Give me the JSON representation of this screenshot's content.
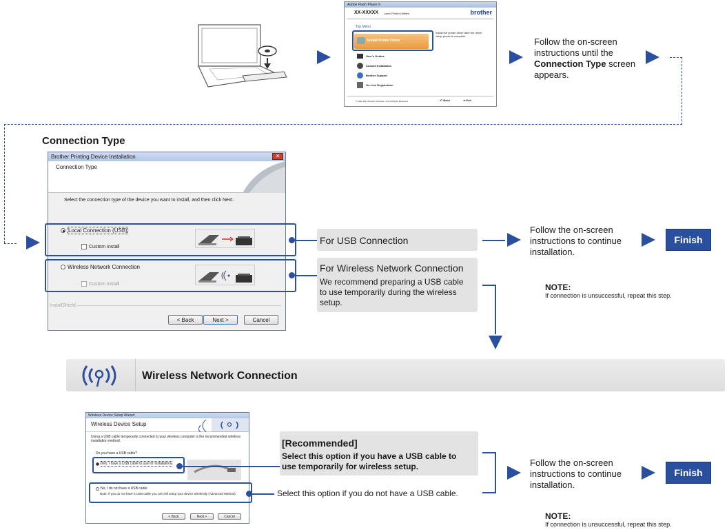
{
  "top_flow": {
    "installer": {
      "window_title": "Adobe Flash Player 9",
      "model": "XX-XXXXX",
      "subtitle": "Laser Printer Utilities",
      "brand": "brother",
      "menu_title": "Top Menu",
      "install_button": "Install Printer Driver",
      "side_text": "Install the printer driver after the driver setup phase is complete.",
      "items": [
        "User's Guides",
        "Custom Installation",
        "Brother Support",
        "On-Line Registration"
      ],
      "footer_copyright": "© 2001-2014 Brother Industries, Ltd. All Rights Reserved.",
      "back": "Back",
      "exit": "Exit"
    },
    "instruction_line1": "Follow the on-screen",
    "instruction_line2": "instructions until the",
    "instruction_bold": "Connection Type",
    "instruction_after_bold": " screen",
    "instruction_line4": "appears."
  },
  "connection_type": {
    "heading": "Connection Type",
    "dialog": {
      "title": "Brother Printing Device Installation",
      "header": "Connection Type",
      "prompt": "Select the connection type of the device you want to install, and then click Next.",
      "option_usb": "Local Connection (USB)",
      "option_usb_custom": "Custom Install",
      "option_wireless": "Wireless Network Connection",
      "option_wireless_custom": "Custom Install",
      "installshield": "InstallShield",
      "back": "< Back",
      "next": "Next >",
      "cancel": "Cancel"
    },
    "usb_label": "For USB Connection",
    "wireless_label": "For Wireless Network Connection",
    "wireless_desc1": "We recommend preparing a USB cable",
    "wireless_desc2": "to use temporarily during the wireless",
    "wireless_desc3": "setup.",
    "follow1": "Follow the on-screen",
    "follow2": "instructions to continue",
    "follow3": "installation.",
    "finish": "Finish",
    "note_title": "NOTE:",
    "note_text": "If connection is unsuccessful, repeat this step."
  },
  "wireless_section": {
    "banner_title": "Wireless Network Connection",
    "dialog": {
      "title": "Wireless Device Setup Wizard",
      "header": "Wireless Device Setup",
      "intro": "Using a USB cable temporarily connected to your wireless computer is the recommended wireless installation method.",
      "question": "Do you have a USB cable?",
      "option_yes": "Yes, I have a USB cable to use for installation.",
      "option_no": "No, I do not have a USB cable.",
      "option_no_note": "Note: If you do not have a USB cable you can still setup your device wirelessly (Advanced Method).",
      "back": "< Back",
      "next": "Next >",
      "cancel": "Cancel"
    },
    "recommended_title": "[Recommended]",
    "recommended_line1": "Select this option if you have a USB cable to",
    "recommended_line2": "use temporarily for wireless setup.",
    "no_cable_text": "Select this option if you do not have a USB cable.",
    "follow1": "Follow the on-screen",
    "follow2": "instructions to continue",
    "follow3": "installation.",
    "finish": "Finish",
    "note_title": "NOTE:",
    "note_text": "If connection is unsuccessful, repeat this step."
  },
  "colors": {
    "accent": "#2a4f9e",
    "gray_box": "#e3e3e3",
    "highlight_orange": "#f0a040"
  }
}
